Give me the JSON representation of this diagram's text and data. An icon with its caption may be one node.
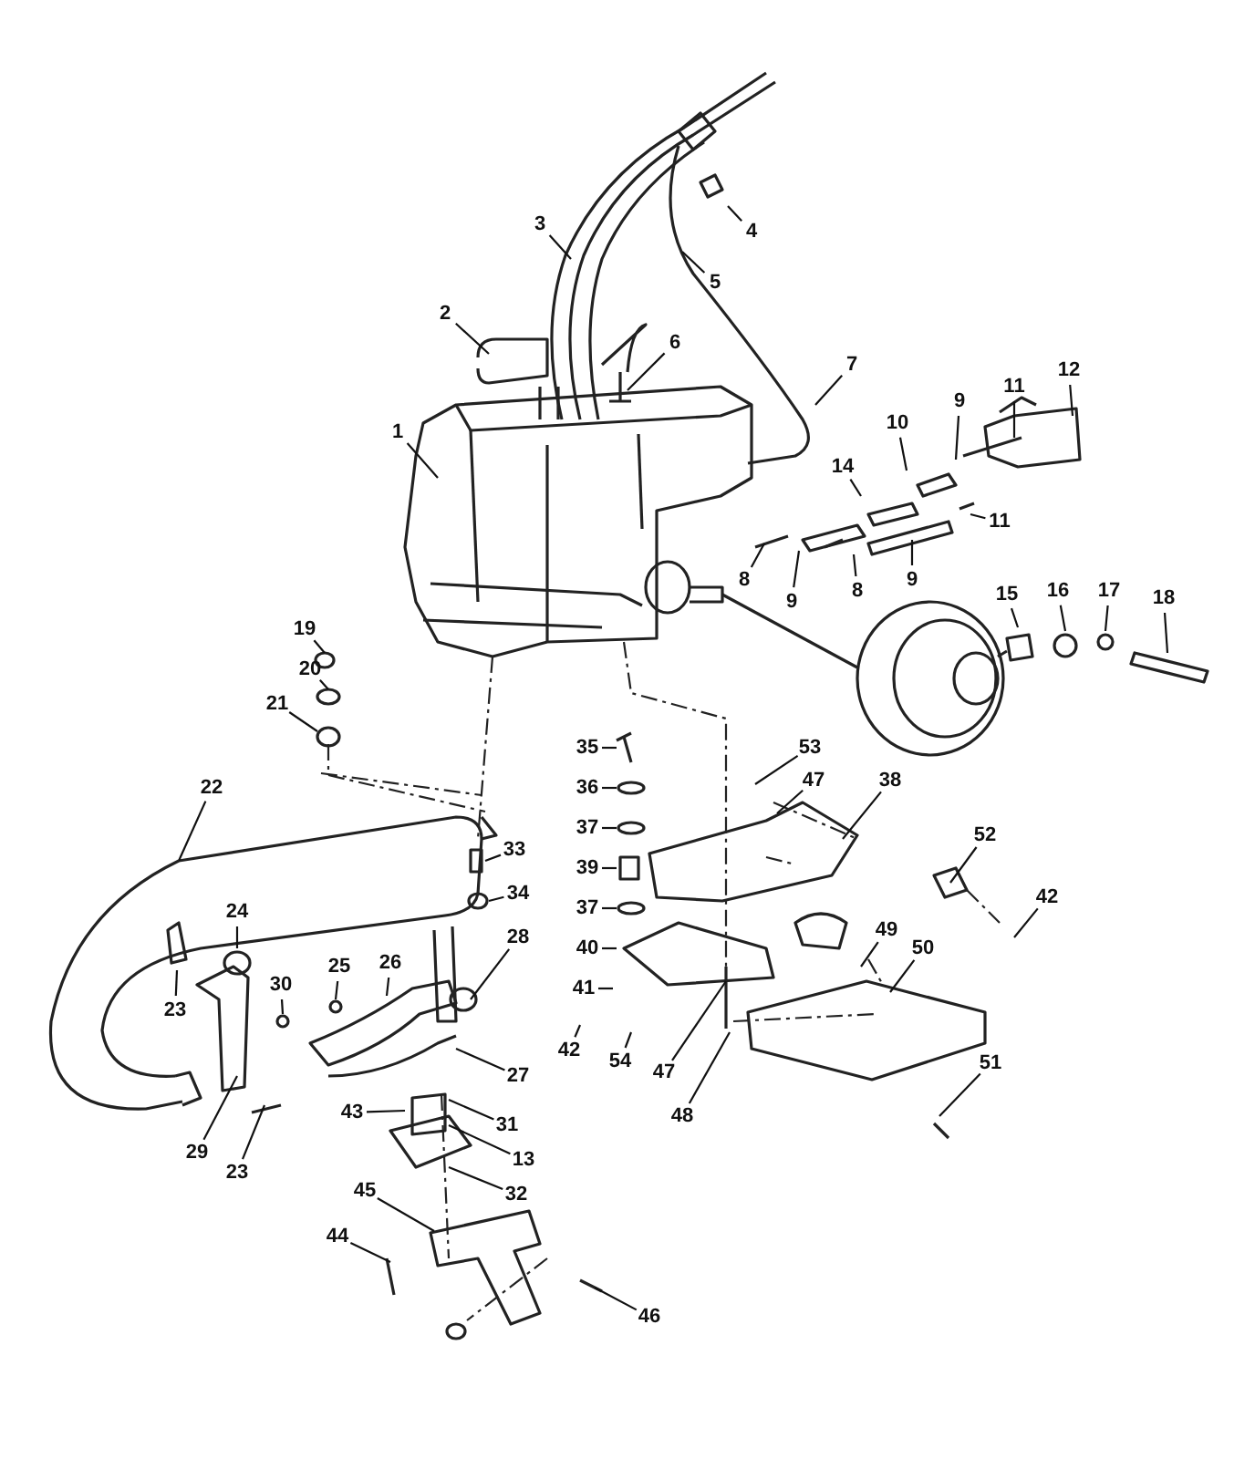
{
  "diagram": {
    "nodes": [
      {
        "text": [
          "1"
        ]
      },
      {
        "text": [
          "2"
        ]
      },
      {
        "text": [
          "3"
        ]
      },
      {
        "text": [
          "4"
        ]
      },
      {
        "text": [
          "5"
        ]
      },
      {
        "text": [
          "6"
        ]
      },
      {
        "text": [
          "7"
        ]
      },
      {
        "text": [
          "8"
        ]
      },
      {
        "text": [
          "9"
        ]
      },
      {
        "text": [
          "10"
        ]
      },
      {
        "text": [
          "14"
        ]
      },
      {
        "text": [
          "9"
        ]
      },
      {
        "text": [
          "11"
        ]
      },
      {
        "text": [
          "12"
        ]
      },
      {
        "text": [
          "11"
        ]
      },
      {
        "text": [
          "8"
        ]
      },
      {
        "text": [
          "9"
        ]
      },
      {
        "text": [
          "15"
        ]
      },
      {
        "text": [
          "16"
        ]
      },
      {
        "text": [
          "17"
        ]
      },
      {
        "text": [
          "18"
        ]
      },
      {
        "text": [
          "19"
        ]
      },
      {
        "text": [
          "20"
        ]
      },
      {
        "text": [
          "21"
        ]
      },
      {
        "text": [
          "22"
        ]
      },
      {
        "text": [
          "24"
        ]
      },
      {
        "text": [
          "23"
        ]
      },
      {
        "text": [
          "30"
        ]
      },
      {
        "text": [
          "25"
        ]
      },
      {
        "text": [
          "26"
        ]
      },
      {
        "text": [
          "33"
        ]
      },
      {
        "text": [
          "34"
        ]
      },
      {
        "text": [
          "28"
        ]
      },
      {
        "text": [
          "27"
        ]
      },
      {
        "text": [
          "29"
        ]
      },
      {
        "text": [
          "23"
        ]
      },
      {
        "text": [
          "43"
        ]
      },
      {
        "text": [
          "31"
        ]
      },
      {
        "text": [
          "13"
        ]
      },
      {
        "text": [
          "32"
        ]
      },
      {
        "text": [
          "45"
        ]
      },
      {
        "text": [
          "44"
        ]
      },
      {
        "text": [
          "46"
        ]
      },
      {
        "text": [
          "35"
        ]
      },
      {
        "text": [
          "36"
        ]
      },
      {
        "text": [
          "37"
        ]
      },
      {
        "text": [
          "39"
        ]
      },
      {
        "text": [
          "37"
        ]
      },
      {
        "text": [
          "40"
        ]
      },
      {
        "text": [
          "41"
        ]
      },
      {
        "text": [
          "42"
        ]
      },
      {
        "text": [
          "54"
        ]
      },
      {
        "text": [
          "47"
        ]
      },
      {
        "text": [
          "48"
        ]
      },
      {
        "text": [
          "53"
        ]
      },
      {
        "text": [
          "47"
        ]
      },
      {
        "text": [
          "38"
        ]
      },
      {
        "text": [
          "52"
        ]
      },
      {
        "text": [
          "42"
        ]
      },
      {
        "text": [
          "49"
        ]
      },
      {
        "text": [
          "50"
        ]
      },
      {
        "text": [
          "51"
        ]
      }
    ],
    "edges": [
      {
        "from": 0,
        "to": null,
        "arrow": "none"
      },
      {
        "from": 1,
        "to": null,
        "arrow": "none"
      },
      {
        "from": 2,
        "to": null,
        "arrow": "none"
      },
      {
        "from": 3,
        "to": null,
        "arrow": "none"
      },
      {
        "from": 4,
        "to": null,
        "arrow": "none"
      },
      {
        "from": 5,
        "to": null,
        "arrow": "none"
      },
      {
        "from": 6,
        "to": null,
        "arrow": "none"
      },
      {
        "from": 7,
        "to": null,
        "arrow": "none"
      },
      {
        "from": 8,
        "to": null,
        "arrow": "none"
      },
      {
        "from": 9,
        "to": null,
        "arrow": "none"
      },
      {
        "from": 10,
        "to": null,
        "arrow": "none"
      },
      {
        "from": 11,
        "to": null,
        "arrow": "none"
      },
      {
        "from": 12,
        "to": null,
        "arrow": "none"
      },
      {
        "from": 13,
        "to": null,
        "arrow": "none"
      },
      {
        "from": 14,
        "to": null,
        "arrow": "none"
      },
      {
        "from": 15,
        "to": null,
        "arrow": "none"
      },
      {
        "from": 16,
        "to": null,
        "arrow": "none"
      },
      {
        "from": 17,
        "to": null,
        "arrow": "none"
      },
      {
        "from": 18,
        "to": null,
        "arrow": "none"
      },
      {
        "from": 19,
        "to": null,
        "arrow": "none"
      },
      {
        "from": 20,
        "to": null,
        "arrow": "none"
      },
      {
        "from": 21,
        "to": null,
        "arrow": "none"
      },
      {
        "from": 22,
        "to": null,
        "arrow": "none"
      },
      {
        "from": 23,
        "to": null,
        "arrow": "none"
      },
      {
        "from": 24,
        "to": null,
        "arrow": "none"
      },
      {
        "from": 25,
        "to": null,
        "arrow": "none"
      },
      {
        "from": 26,
        "to": null,
        "arrow": "none"
      },
      {
        "from": 27,
        "to": null,
        "arrow": "none"
      },
      {
        "from": 28,
        "to": null,
        "arrow": "none"
      },
      {
        "from": 29,
        "to": null,
        "arrow": "none"
      },
      {
        "from": 30,
        "to": null,
        "arrow": "none"
      },
      {
        "from": 31,
        "to": null,
        "arrow": "none"
      },
      {
        "from": 32,
        "to": null,
        "arrow": "none"
      },
      {
        "from": 33,
        "to": null,
        "arrow": "none"
      },
      {
        "from": 34,
        "to": null,
        "arrow": "none"
      },
      {
        "from": 35,
        "to": null,
        "arrow": "none"
      },
      {
        "from": 36,
        "to": null,
        "arrow": "none"
      },
      {
        "from": 37,
        "to": null,
        "arrow": "none"
      },
      {
        "from": 38,
        "to": null,
        "arrow": "none"
      },
      {
        "from": 39,
        "to": null,
        "arrow": "none"
      },
      {
        "from": 40,
        "to": null,
        "arrow": "none"
      },
      {
        "from": 41,
        "to": null,
        "arrow": "none"
      },
      {
        "from": 42,
        "to": null,
        "arrow": "none"
      },
      {
        "from": 43,
        "to": null,
        "arrow": "none"
      },
      {
        "from": 44,
        "to": null,
        "arrow": "none"
      },
      {
        "from": 45,
        "to": null,
        "arrow": "none"
      },
      {
        "from": 46,
        "to": null,
        "arrow": "none"
      },
      {
        "from": 47,
        "to": null,
        "arrow": "none"
      },
      {
        "from": 48,
        "to": null,
        "arrow": "none"
      },
      {
        "from": 49,
        "to": null,
        "arrow": "none"
      },
      {
        "from": 50,
        "to": null,
        "arrow": "none"
      },
      {
        "from": 51,
        "to": null,
        "arrow": "none"
      },
      {
        "from": 52,
        "to": null,
        "arrow": "none"
      },
      {
        "from": 53,
        "to": null,
        "arrow": "none"
      },
      {
        "from": 54,
        "to": null,
        "arrow": "none"
      },
      {
        "from": 55,
        "to": null,
        "arrow": "none"
      },
      {
        "from": 56,
        "to": null,
        "arrow": "none"
      },
      {
        "from": 57,
        "to": null,
        "arrow": "none"
      },
      {
        "from": 58,
        "to": null,
        "arrow": "none"
      },
      {
        "from": 59,
        "to": null,
        "arrow": "none"
      },
      {
        "from": 60,
        "to": null,
        "arrow": "none"
      },
      {
        "from": 61,
        "to": null,
        "arrow": "none"
      }
    ]
  }
}
